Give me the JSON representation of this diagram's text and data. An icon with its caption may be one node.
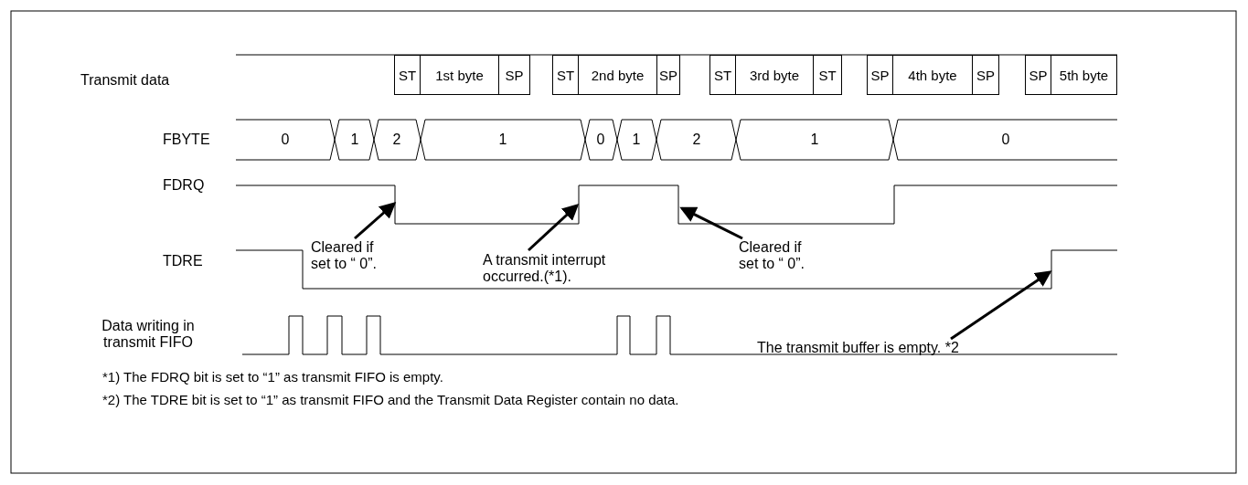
{
  "diagram": {
    "nodes": [
      {
        "text": [
          "Cleared if set to “ 0”."
        ]
      },
      {
        "text": [
          "A transmit interrupt occurred.(*1)."
        ]
      },
      {
        "text": [
          "Cleared if set to “ 0”."
        ]
      },
      {
        "text": [
          "The transmit buffer is empty. *2"
        ]
      }
    ],
    "edges": [
      {
        "from": 0,
        "to": null,
        "arrow": "to"
      },
      {
        "from": 1,
        "to": null,
        "arrow": "to"
      },
      {
        "from": 2,
        "to": null,
        "arrow": "to"
      },
      {
        "from": 3,
        "to": null,
        "arrow": "to"
      }
    ],
    "labels": [
      "Transmit data",
      "ST",
      "1st byte",
      "SP",
      "ST",
      "2nd byte",
      "SP",
      "ST",
      "3rd byte",
      "ST",
      "SP",
      "4th byte",
      "SP",
      "SP",
      "5th byte",
      "FBYTE",
      "0",
      "1",
      "2",
      "1",
      "0",
      "1",
      "2",
      "1",
      "0",
      "FDRQ",
      "TDRE",
      "Data writing in transmit FIFO",
      "*1) The FDRQ bit is set to “1” as transmit FIFO is empty.",
      "*2) The TDRE bit is set to “1” as transmit FIFO and the Transmit Data Register contain no data."
    ]
  }
}
